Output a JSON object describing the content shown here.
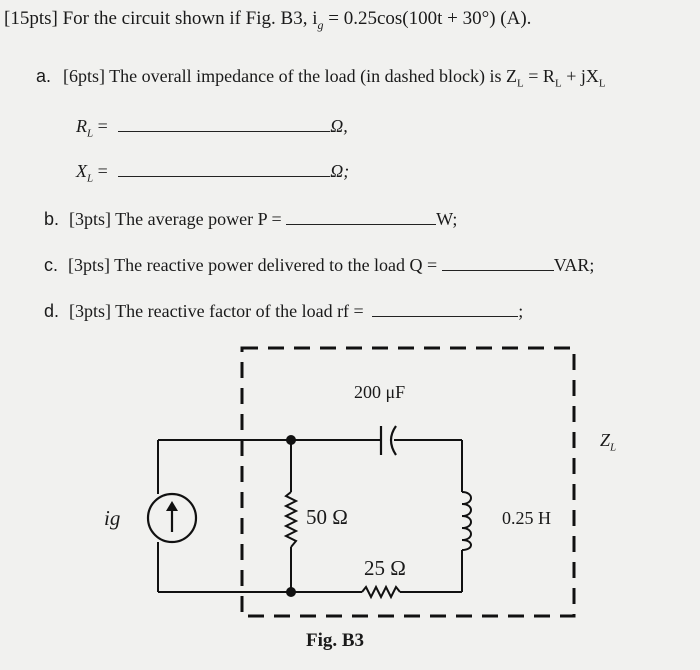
{
  "question": {
    "header": "[15pts] For the circuit shown if Fig. B3, i",
    "header_sub": "g",
    "header_expr": " = 0.25cos(100t + 30°) (A).",
    "a": {
      "label": "a.",
      "text": "[6pts] The overall impedance of the load (in dashed block) is Z",
      "sub1": "L",
      "mid": " = R",
      "sub2": "L",
      "mid2": " + jX",
      "sub3": "L"
    },
    "rl": {
      "sym": "R",
      "sub": "L",
      "eq": " =",
      "unit": "Ω,"
    },
    "xl": {
      "sym": "X",
      "sub": "L",
      "eq": " =",
      "unit": "Ω;"
    },
    "b": {
      "label": "b.",
      "text": "[3pts] The average power P =",
      "unit": "W;"
    },
    "c": {
      "label": "c.",
      "text": "[3pts] The reactive power delivered to the load Q =",
      "unit": "VAR;"
    },
    "d": {
      "label": "d.",
      "text": "[3pts] The reactive factor of the load rf =",
      "unit": ";"
    }
  },
  "figure": {
    "capacitor": "200 μF",
    "resistor1": "50 Ω",
    "resistor2": "25 Ω",
    "inductor": "0.25 H",
    "source": "ig",
    "load_label_sym": "Z",
    "load_label_sub": "L",
    "caption": "Fig. B3"
  }
}
